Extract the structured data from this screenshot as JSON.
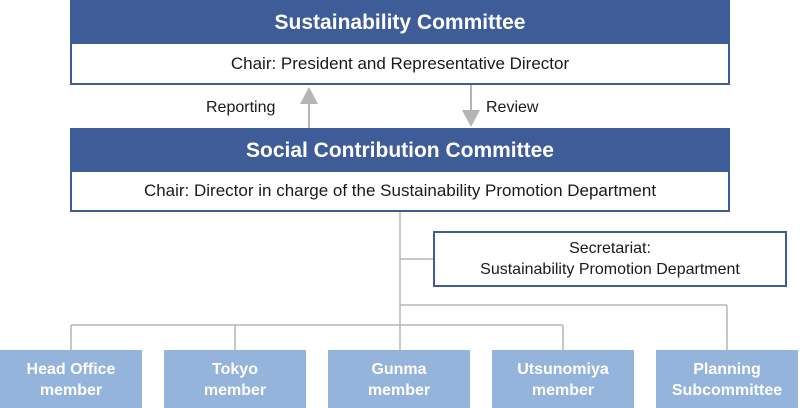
{
  "sustainability_committee": {
    "title": "Sustainability Committee",
    "chair": "Chair: President and Representative Director"
  },
  "flows": {
    "reporting": "Reporting",
    "review": "Review"
  },
  "social_contribution_committee": {
    "title": "Social Contribution Committee",
    "chair": "Chair: Director in charge of the Sustainability Promotion Department"
  },
  "secretariat": {
    "line1": "Secretariat:",
    "line2": "Sustainability Promotion Department"
  },
  "members": [
    {
      "line1": "Head Office",
      "line2": "member"
    },
    {
      "line1": "Tokyo",
      "line2": "member"
    },
    {
      "line1": "Gunma",
      "line2": "member"
    },
    {
      "line1": "Utsunomiya",
      "line2": "member"
    },
    {
      "line1": "Planning",
      "line2": "Subcommittee"
    }
  ],
  "colors": {
    "header_blue": "#3d5c98",
    "member_blue": "#94b4dc",
    "connector_gray": "#b5b5b5"
  }
}
